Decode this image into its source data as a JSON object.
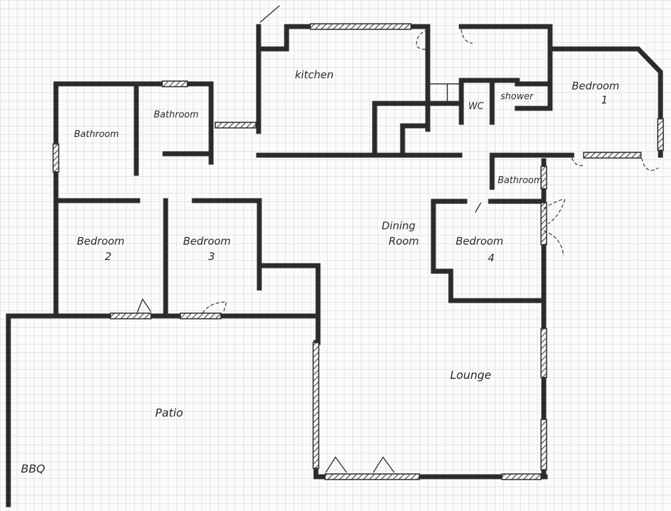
{
  "paper": {
    "grid_color": "#c4c4c4",
    "background": "#fbfbfb"
  },
  "rooms": {
    "kitchen": "kitchen",
    "wc": "WC",
    "shower": "shower",
    "bedroom1_line1": "Bedroom",
    "bedroom1_line2": "1",
    "bathroom_left": "Bathroom",
    "bathroom_mid": "Bathroom",
    "bedroom2_line1": "Bedroom",
    "bedroom2_line2": "2",
    "bedroom3_line1": "Bedroom",
    "bedroom3_line2": "3",
    "dining_line1": "Dining",
    "dining_line2": "Room",
    "bathroom_right": "Bathroom",
    "bedroom4_line1": "Bedroom",
    "bedroom4_line2": "4",
    "lounge": "Lounge",
    "patio": "Patio",
    "bbq": "BBQ"
  }
}
